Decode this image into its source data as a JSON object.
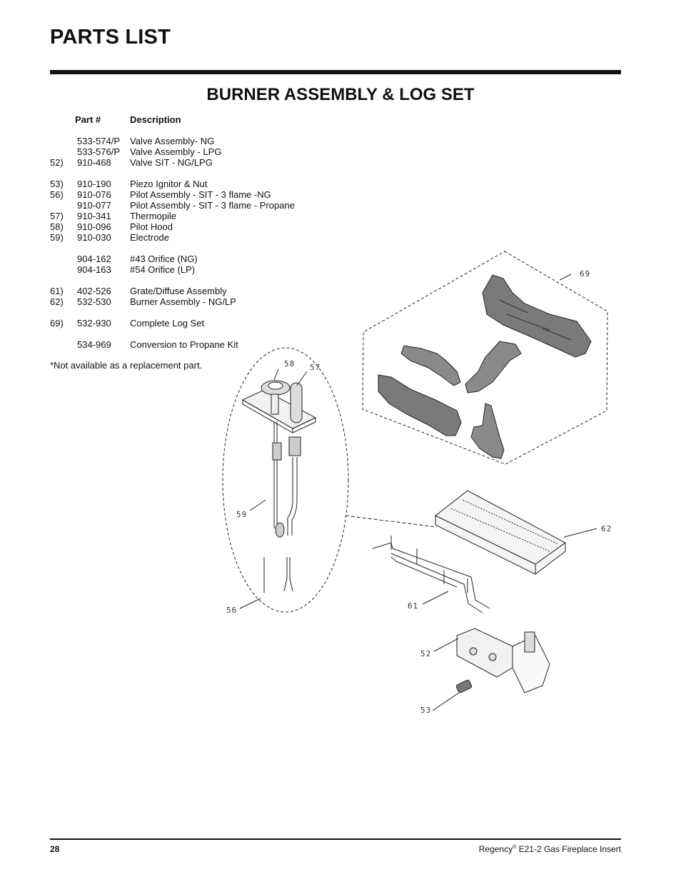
{
  "page": {
    "title": "PARTS LIST",
    "section_title": "BURNER ASSEMBLY & LOG SET",
    "page_number": "28",
    "footer_brand": "Regency",
    "footer_reg": "®",
    "footer_product": " E21-2 Gas Fireplace Insert"
  },
  "table": {
    "header_part": "Part #",
    "header_desc": "Description",
    "rows": [
      {
        "ref": "",
        "part": "533-574/P",
        "desc": "Valve Assembly- NG"
      },
      {
        "ref": "",
        "part": "533-576/P",
        "desc": "Valve Assembly - LPG"
      },
      {
        "ref": "52)",
        "part": "910-468",
        "desc": "Valve SIT - NG/LPG"
      },
      {
        "ref": "53)",
        "part": "910-190",
        "desc": "Piezo Ignitor & Nut"
      },
      {
        "ref": "56)",
        "part": "910-076",
        "desc": "Pilot Assembly - SIT - 3 flame -NG"
      },
      {
        "ref": "",
        "part": "910-077",
        "desc": "Pilot Assembly - SIT - 3 flame - Propane"
      },
      {
        "ref": "57)",
        "part": "910-341",
        "desc": "Thermopile"
      },
      {
        "ref": "58)",
        "part": "910-096",
        "desc": "Pilot Hood"
      },
      {
        "ref": "59)",
        "part": "910-030",
        "desc": "Electrode"
      },
      {
        "ref": "",
        "part": "904-162",
        "desc": "#43 Orifice (NG)"
      },
      {
        "ref": "",
        "part": "904-163",
        "desc": "#54 Orifice (LP)"
      },
      {
        "ref": "61)",
        "part": "402-526",
        "desc": "Grate/Diffuse Assembly"
      },
      {
        "ref": "62)",
        "part": "532-530",
        "desc": "Burner Assembly - NG/LP"
      },
      {
        "ref": "69)",
        "part": "532-930",
        "desc": "Complete Log Set"
      },
      {
        "ref": "",
        "part": "534-969",
        "desc": "Conversion to Propane Kit"
      }
    ],
    "note": "*Not available as a replacement part."
  },
  "callouts": {
    "c58": "58",
    "c57": "57",
    "c59": "59",
    "c56": "56",
    "c69": "69",
    "c62": "62",
    "c61": "61",
    "c52": "52",
    "c53": "53"
  },
  "colors": {
    "ink": "#111111",
    "log_shade": "#6b6b6b",
    "log_light": "#a8a8a8"
  }
}
